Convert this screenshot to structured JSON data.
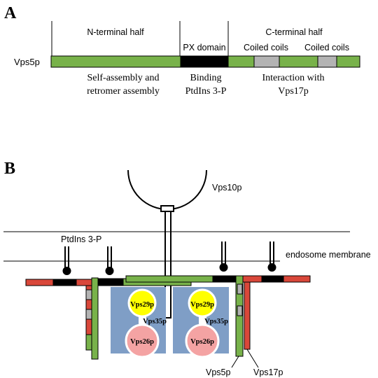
{
  "colors": {
    "green": "#78b24a",
    "black": "#000000",
    "gray": "#b3b3b3",
    "red": "#d9473a",
    "blue": "#7f9ec6",
    "yellow": "#ffff00",
    "pink": "#f4a3a3",
    "white": "#ffffff"
  },
  "panel_a": {
    "letter": "A",
    "protein_label": "Vps5p",
    "headers": {
      "n_terminal": "N-terminal half",
      "px_domain": "PX domain",
      "c_terminal": "C-terminal half",
      "coiled_coils_1": "Coiled coils",
      "coiled_coils_2": "Coiled coils"
    },
    "functions": {
      "n_line1": "Self-assembly and",
      "n_line2": "retromer assembly",
      "px_line1": "Binding",
      "px_line2": "PtdIns 3-P",
      "c_line1": "Interaction with",
      "c_line2": "Vps17p"
    }
  },
  "panel_b": {
    "letter": "B",
    "labels": {
      "vps10p": "Vps10p",
      "ptdins": "PtdIns 3-P",
      "membrane": "endosome membrane",
      "vps29p": "Vps29p",
      "vps35p": "Vps35p",
      "vps26p": "Vps26p",
      "vps5p": "Vps5p",
      "vps17p": "Vps17p"
    }
  }
}
